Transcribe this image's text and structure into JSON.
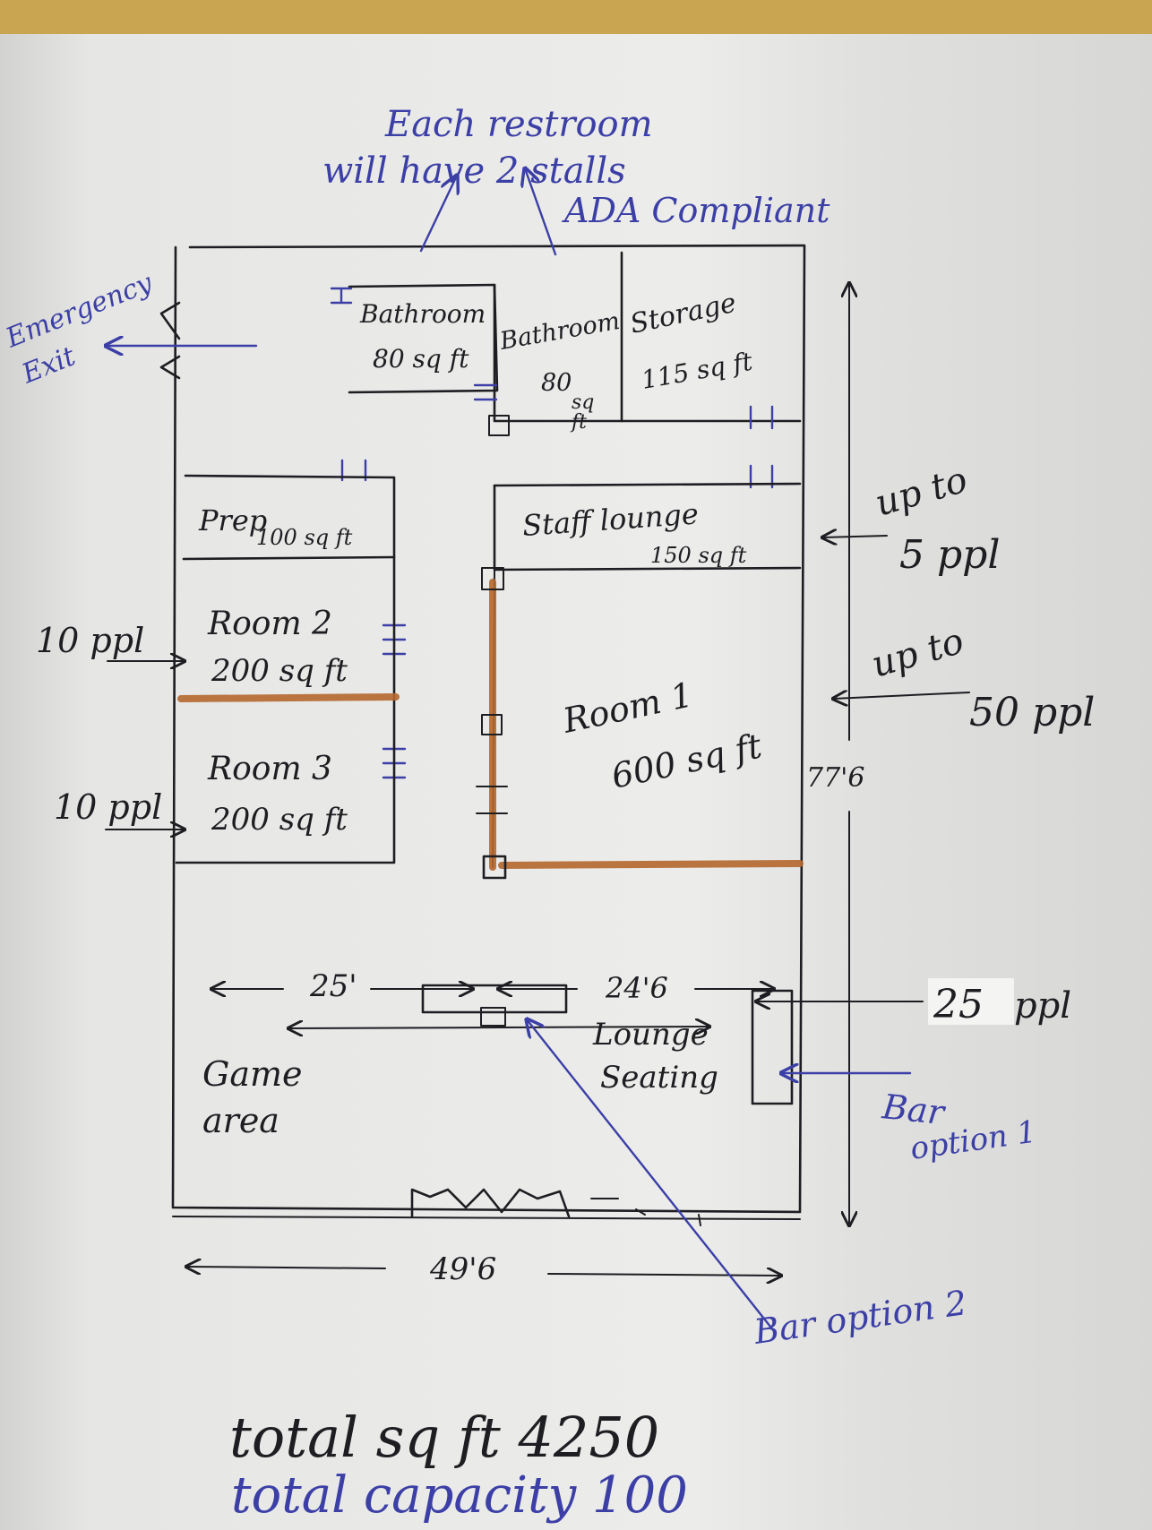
{
  "notes": {
    "restroom_line1": "Each restroom",
    "restroom_line2": "will have 2 stalls",
    "ada": "ADA Compliant",
    "emergency_line1": "Emergency",
    "emergency_line2": "Exit"
  },
  "rooms": {
    "bathroom_a": {
      "name": "Bathroom",
      "area": "80 sq ft"
    },
    "bathroom_b": {
      "name": "Bathroom",
      "area_line1": "80",
      "area_line2": "sq",
      "area_line3": "ft"
    },
    "storage": {
      "name": "Storage",
      "area": "115 sq ft"
    },
    "prep": {
      "name": "Prep",
      "area": "100 sq ft"
    },
    "staff_lounge": {
      "name": "Staff lounge",
      "area": "150 sq ft"
    },
    "room2": {
      "name": "Room 2",
      "area": "200 sq ft"
    },
    "room3": {
      "name": "Room 3",
      "area": "200 sq ft"
    },
    "room1": {
      "name": "Room 1",
      "area": "600 sq ft"
    },
    "game_area": {
      "line1": "Game",
      "line2": "area"
    },
    "lounge_seating": {
      "line1": "Lounge",
      "line2": "Seating"
    }
  },
  "capacities": {
    "staff_line1": "up to",
    "staff_line2": "5 ppl",
    "room1_line1": "up to",
    "room1_line2": "50 ppl",
    "room2": "10 ppl",
    "room3": "10 ppl",
    "lounge_num": "25",
    "lounge_unit": "ppl"
  },
  "dimensions": {
    "left_width": "25'",
    "right_width": "24'6",
    "total_width": "49'6",
    "height": "77'6"
  },
  "bar": {
    "option1_line1": "Bar",
    "option1_line2": "option 1",
    "option2": "Bar option 2"
  },
  "totals": {
    "sqft": "total sq ft 4250",
    "capacity": "total capacity 100"
  },
  "colors": {
    "ink_black": "#1d1d22",
    "ink_blue": "#3b3fa6",
    "copper_wall": "#b5672e",
    "paper": "#ececea",
    "tape": "#c9a552"
  }
}
